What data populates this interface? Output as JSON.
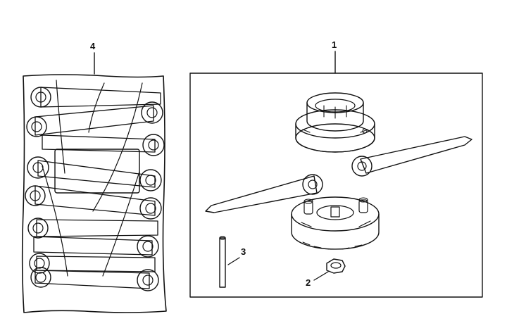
{
  "diagram": {
    "callouts": [
      {
        "id": "callout-1",
        "label": "1"
      },
      {
        "id": "callout-2",
        "label": "2"
      },
      {
        "id": "callout-3",
        "label": "3"
      },
      {
        "id": "callout-4",
        "label": "4"
      }
    ],
    "colors": {
      "ink": "#111111",
      "paper": "#ffffff",
      "shade": "#e6e6e6"
    }
  }
}
